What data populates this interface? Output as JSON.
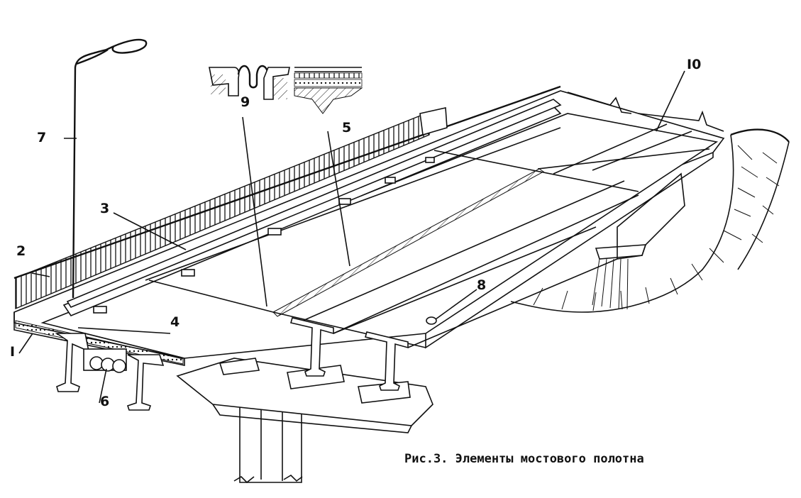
{
  "figure": {
    "caption": "Рис.3. Элементы мостового полотна"
  },
  "callouts": [
    {
      "id": "1",
      "text": "I"
    },
    {
      "id": "2",
      "text": "2"
    },
    {
      "id": "3",
      "text": "3"
    },
    {
      "id": "4",
      "text": "4"
    },
    {
      "id": "5",
      "text": "5"
    },
    {
      "id": "6",
      "text": "6"
    },
    {
      "id": "7",
      "text": "7"
    },
    {
      "id": "8",
      "text": "8"
    },
    {
      "id": "9",
      "text": "9"
    },
    {
      "id": "10",
      "text": "I0"
    }
  ]
}
